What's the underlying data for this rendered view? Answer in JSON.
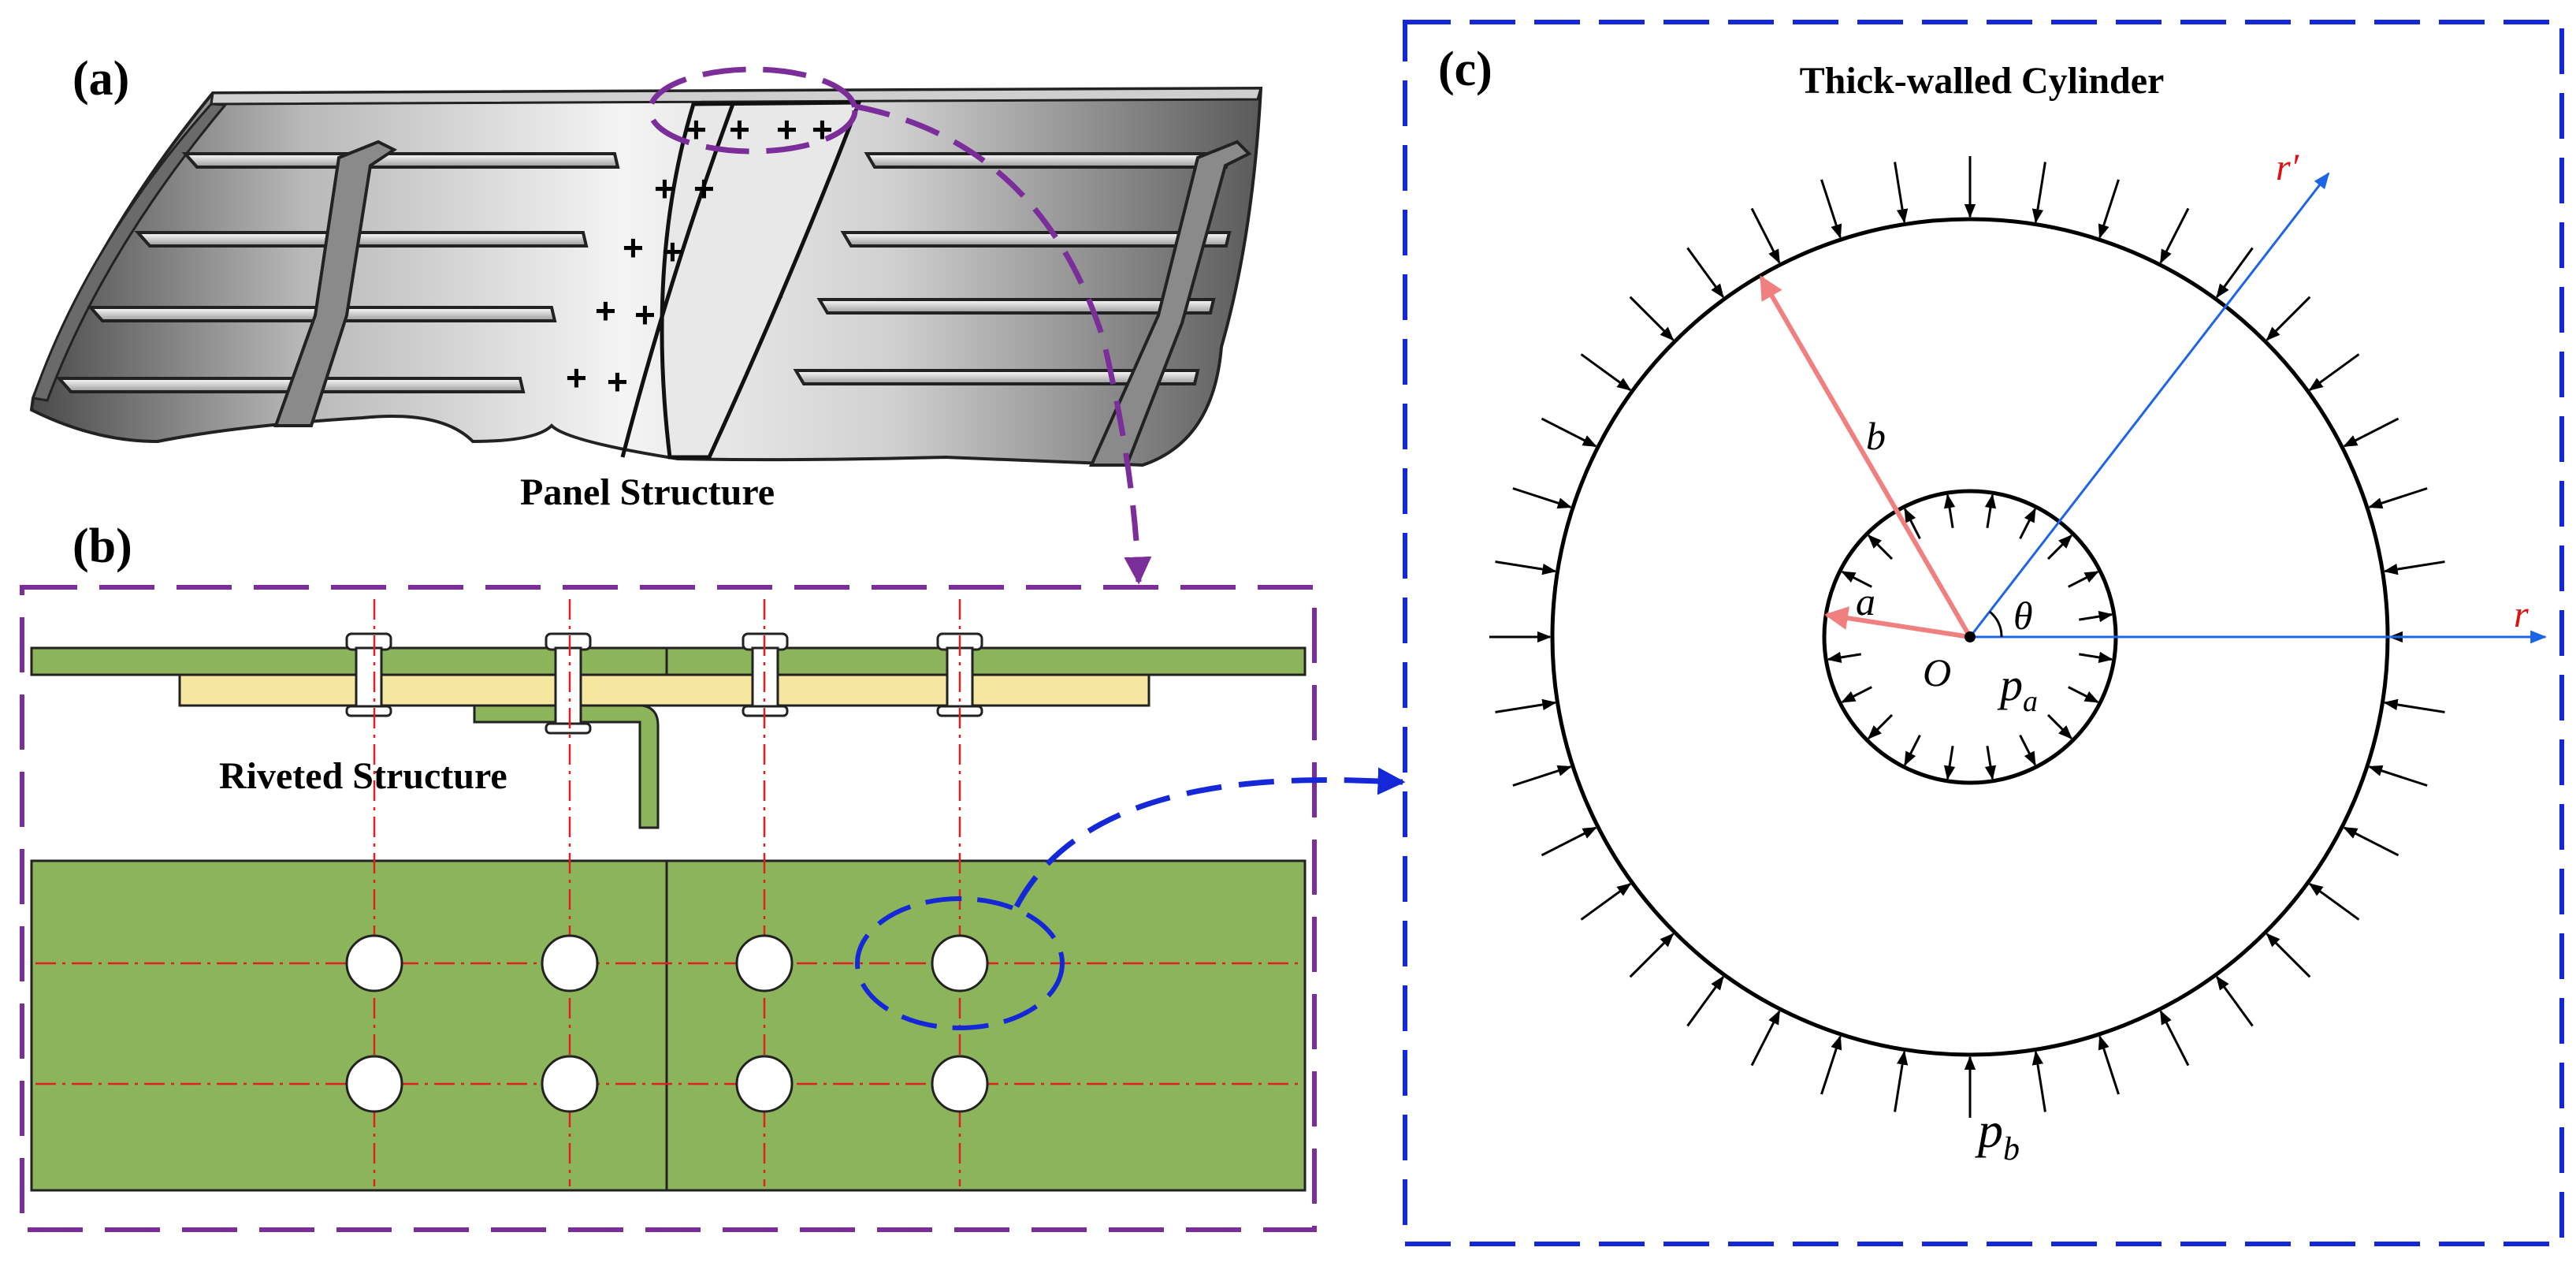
{
  "panel_a": {
    "tag": "(a)",
    "caption": "Panel Structure",
    "rivet_marks": [
      "+",
      "+",
      "+",
      "+",
      "+",
      "+",
      "+",
      "+",
      "+",
      "+",
      "+",
      "+"
    ]
  },
  "panel_b": {
    "tag": "(b)",
    "caption": "Riveted Structure"
  },
  "panel_c": {
    "tag": "(c)",
    "title": "Thick-walled Cylinder",
    "symbols": {
      "inner_radius": "a",
      "outer_radius": "b",
      "angle": "θ",
      "origin": "O",
      "radial_axis": "r",
      "rotated_axis": "r′",
      "inner_pressure": "p",
      "inner_pressure_sub": "a",
      "outer_pressure": "p",
      "outer_pressure_sub": "b"
    }
  },
  "colors": {
    "purple_dashed": "#7b2d9a",
    "blue_dashed": "#1428d8",
    "plate_green": "#8cb45a",
    "plate_yellow": "#f5e6a0",
    "radius_red": "#f08080",
    "axis_blue": "#1e64e6",
    "axis_label_red": "#e01010",
    "centerline_red": "#e02020"
  }
}
